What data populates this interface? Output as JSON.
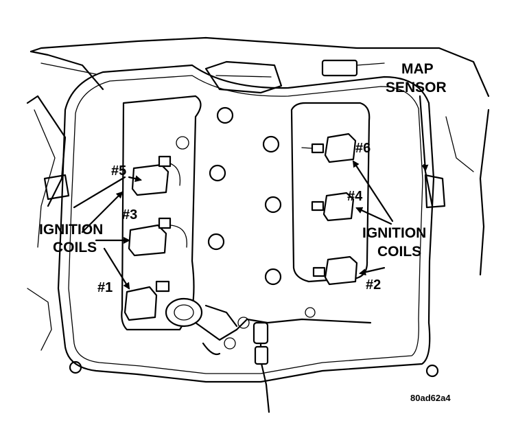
{
  "labels": {
    "map_sensor_line1": "MAP",
    "map_sensor_line2": "SENSOR",
    "ignition_left_line1": "IGNITION",
    "ignition_left_line2": "COILS",
    "ignition_right_line1": "IGNITION",
    "ignition_right_line2": "COILS",
    "coil_1": "#1",
    "coil_2": "#2",
    "coil_3": "#3",
    "coil_4": "#4",
    "coil_5": "#5",
    "coil_6": "#6",
    "figure_ref": "80ad62a4"
  }
}
